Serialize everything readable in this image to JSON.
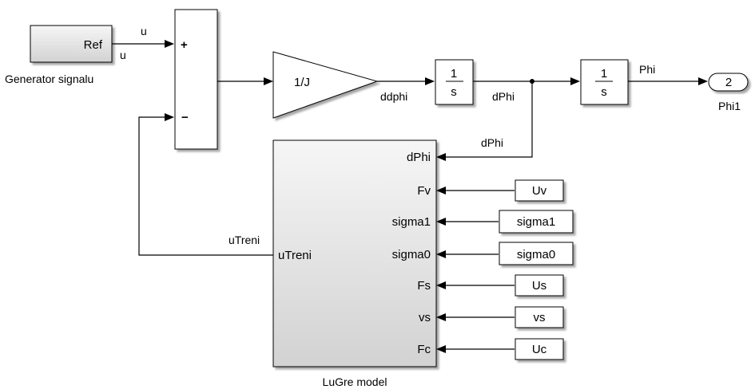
{
  "blocks": {
    "generator": {
      "inner_label": "Ref",
      "caption": "Generator signalu"
    },
    "sum": {
      "plus": "+",
      "minus": "−"
    },
    "gain": {
      "label": "1/J"
    },
    "integrator1": {
      "num": "1",
      "den": "s"
    },
    "integrator2": {
      "num": "1",
      "den": "s"
    },
    "outport": {
      "number": "2",
      "caption": "Phi1"
    },
    "lugre": {
      "caption": "LuGre model",
      "output_port": "uTreni",
      "input_ports": [
        "dPhi",
        "Fv",
        "sigma1",
        "sigma0",
        "Fs",
        "vs",
        "Fc"
      ]
    },
    "constants": [
      "Uv",
      "sigma1",
      "sigma0",
      "Us",
      "vs",
      "Uc"
    ]
  },
  "signals": {
    "u_top": "u",
    "u_bottom": "u",
    "ddphi": "ddphi",
    "dphi": "dPhi",
    "dphi_feedback": "dPhi",
    "phi": "Phi",
    "utreni": "uTreni"
  },
  "colors": {
    "block_fill": "#ffffff",
    "block_gradient_top": "#f4f4f4",
    "block_gradient_bottom": "#d4d4d4",
    "line": "#000000"
  }
}
